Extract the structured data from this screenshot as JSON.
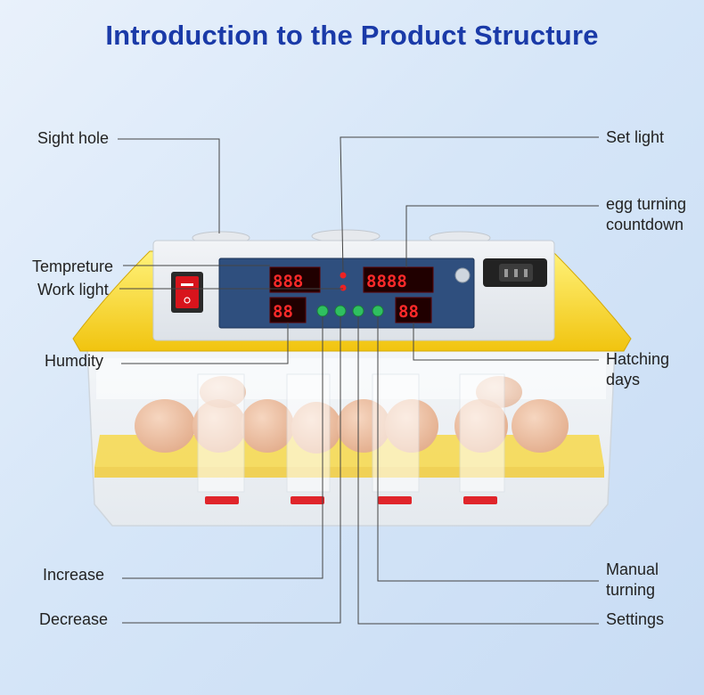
{
  "title": "Introduction to the Product Structure",
  "labels": {
    "sight_hole": "Sight hole",
    "temperature": "Tempreture",
    "work_light": "Work light",
    "humidity": "Humdity",
    "increase": "Increase",
    "decrease": "Decrease",
    "set_light": "Set light",
    "egg_turning_line1": "egg turning",
    "egg_turning_line2": "countdown",
    "hatching_line1": "Hatching",
    "hatching_line2": "days",
    "manual_line1": "Manual",
    "manual_line2": "turning",
    "settings": "Settings"
  },
  "colors": {
    "title": "#1a3aa8",
    "lid_yellow": "#f6d21c",
    "panel": "#2f4f7e",
    "display_red": "#ff2a2a",
    "button_green": "#2fc060",
    "switch_red": "#d8141c"
  },
  "displays": {
    "temperature": "888",
    "humidity": "88",
    "countdown": "8888",
    "days": "88"
  }
}
